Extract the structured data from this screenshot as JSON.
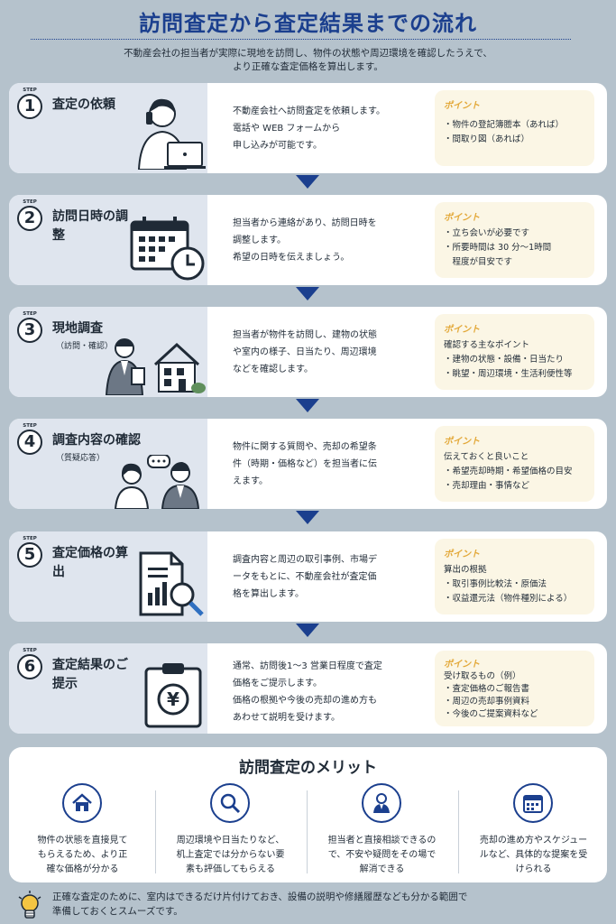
{
  "header": {
    "title": "訪問査定から査定結果までの流れ",
    "intro_line1": "不動産会社の担当者が実際に現地を訪問し、物件の状態や周辺環境を確認したうえで、",
    "intro_line2": "より正確な査定価格を算出します。"
  },
  "steps": [
    {
      "step_label": "STEP",
      "num": "1",
      "title": "査定の依頼",
      "sub": "",
      "desc": [
        "不動産会社へ訪問査定を依頼します。",
        "電話や WEB フォームから",
        "申し込みが可能です。"
      ],
      "point_label": "ポイント",
      "points": [
        "・物件の登記簿謄本（あれば）",
        "・間取り図（あれば）"
      ]
    },
    {
      "step_label": "STEP",
      "num": "2",
      "title": "訪問日時の調整",
      "sub": "",
      "desc": [
        "担当者から連絡があり、訪問日時を",
        "調整します。",
        "希望の日時を伝えましょう。"
      ],
      "point_label": "ポイント",
      "points": [
        "・立ち会いが必要です",
        "・所要時間は 30 分〜1時間",
        "　程度が目安です"
      ]
    },
    {
      "step_label": "STEP",
      "num": "3",
      "title": "現地調査",
      "sub": "（訪問・確認）",
      "desc": [
        "担当者が物件を訪問し、建物の状態",
        "や室内の様子、日当たり、周辺環境",
        "などを確認します。"
      ],
      "point_label": "ポイント",
      "points": [
        "確認する主なポイント",
        "・建物の状態・設備・日当たり",
        "・眺望・周辺環境・生活利便性等"
      ]
    },
    {
      "step_label": "STEP",
      "num": "4",
      "title": "調査内容の確認",
      "sub": "（質疑応答）",
      "desc": [
        "物件に関する質問や、売却の希望条",
        "件（時期・価格など）を担当者に伝",
        "えます。"
      ],
      "point_label": "ポイント",
      "points": [
        "伝えておくと良いこと",
        "・希望売却時期・希望価格の目安",
        "・売却理由・事情など"
      ]
    },
    {
      "step_label": "STEP",
      "num": "5",
      "title": "査定価格の算出",
      "sub": "",
      "desc": [
        "調査内容と周辺の取引事例、市場デ",
        "ータをもとに、不動産会社が査定価",
        "格を算出します。"
      ],
      "point_label": "ポイント",
      "points": [
        "算出の根拠",
        "・取引事例比較法・原価法",
        "・収益還元法（物件種別による）"
      ]
    },
    {
      "step_label": "STEP",
      "num": "6",
      "title": "査定結果のご提示",
      "sub": "",
      "desc": [
        "通常、訪問後1〜3 営業日程度で査定",
        "価格をご提示します。",
        "価格の根拠や今後の売却の進め方も",
        "あわせて説明を受けます。"
      ],
      "point_label": "ポイント",
      "points": [
        "受け取るもの（例）",
        "・査定価格のご報告書",
        "・周辺の売却事例資料",
        "・今後のご提案資料など"
      ]
    }
  ],
  "merit": {
    "title": "訪問査定のメリット",
    "items": [
      {
        "icon": "house-icon",
        "lines": [
          "物件の状態を直接見て",
          "もらえるため、より正",
          "確な価格が分かる"
        ]
      },
      {
        "icon": "magnifier-icon",
        "lines": [
          "周辺環境や日当たりなど、",
          "机上査定では分からない要",
          "素も評価してもらえる"
        ]
      },
      {
        "icon": "person-icon",
        "lines": [
          "担当者と直接相談できるの",
          "で、不安や疑問をその場で",
          "解消できる"
        ]
      },
      {
        "icon": "calendar-icon",
        "lines": [
          "売却の進め方やスケジュー",
          "ルなど、具体的な提案を受",
          "けられる"
        ]
      }
    ]
  },
  "footer": {
    "line1": "正確な査定のために、室内はできるだけ片付けておき、設備の説明や修繕履歴なども分かる範囲で",
    "line2": "準備しておくとスムーズです。"
  },
  "colors": {
    "accent": "#1b3f8e",
    "point": "#e3a93a",
    "background": "#b5c2cc",
    "card_left": "#dfe5ee",
    "point_bg": "#fbf6e5"
  }
}
